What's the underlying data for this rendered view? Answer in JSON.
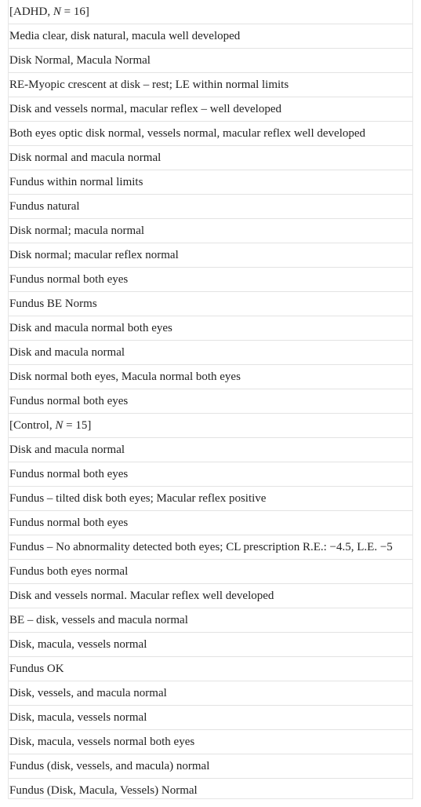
{
  "rows": [
    {
      "group": "ADHD",
      "n": "16"
    },
    {
      "text": "Media clear, disk natural, macula well developed"
    },
    {
      "text": "Disk Normal, Macula Normal"
    },
    {
      "text": "RE-Myopic crescent at disk – rest; LE within normal limits"
    },
    {
      "text": "Disk and vessels normal, macular reflex – well developed"
    },
    {
      "text": "Both eyes optic disk normal, vessels normal, macular reflex well developed"
    },
    {
      "text": "Disk normal and macula normal"
    },
    {
      "text": "Fundus within normal limits"
    },
    {
      "text": "Fundus natural"
    },
    {
      "text": "Disk normal; macula normal"
    },
    {
      "text": "Disk normal; macular reflex normal"
    },
    {
      "text": "Fundus normal both eyes"
    },
    {
      "text": "Fundus BE Norms"
    },
    {
      "text": "Disk and macula normal both eyes"
    },
    {
      "text": "Disk and macula normal"
    },
    {
      "text": "Disk normal both eyes, Macula normal both eyes"
    },
    {
      "text": "Fundus normal both eyes"
    },
    {
      "group": "Control",
      "n": "15"
    },
    {
      "text": "Disk and macula normal"
    },
    {
      "text": "Fundus normal both eyes"
    },
    {
      "text": "Fundus – tilted disk both eyes; Macular reflex positive"
    },
    {
      "text": "Fundus normal both eyes"
    },
    {
      "text": "Fundus – No abnormality detected both eyes; CL prescription R.E.: −4.5, L.E. −5"
    },
    {
      "text": "Fundus both eyes normal"
    },
    {
      "text": "Disk and vessels normal. Macular reflex well developed"
    },
    {
      "text": "BE – disk, vessels and macula normal"
    },
    {
      "text": "Disk, macula, vessels normal"
    },
    {
      "text": "Fundus OK"
    },
    {
      "text": "Disk, vessels, and macula normal"
    },
    {
      "text": "Disk, macula, vessels normal"
    },
    {
      "text": "Disk, macula, vessels normal both eyes"
    },
    {
      "text": "Fundus (disk, vessels, and macula) normal"
    },
    {
      "text": "Fundus (Disk, Macula, Vessels) Normal"
    }
  ]
}
